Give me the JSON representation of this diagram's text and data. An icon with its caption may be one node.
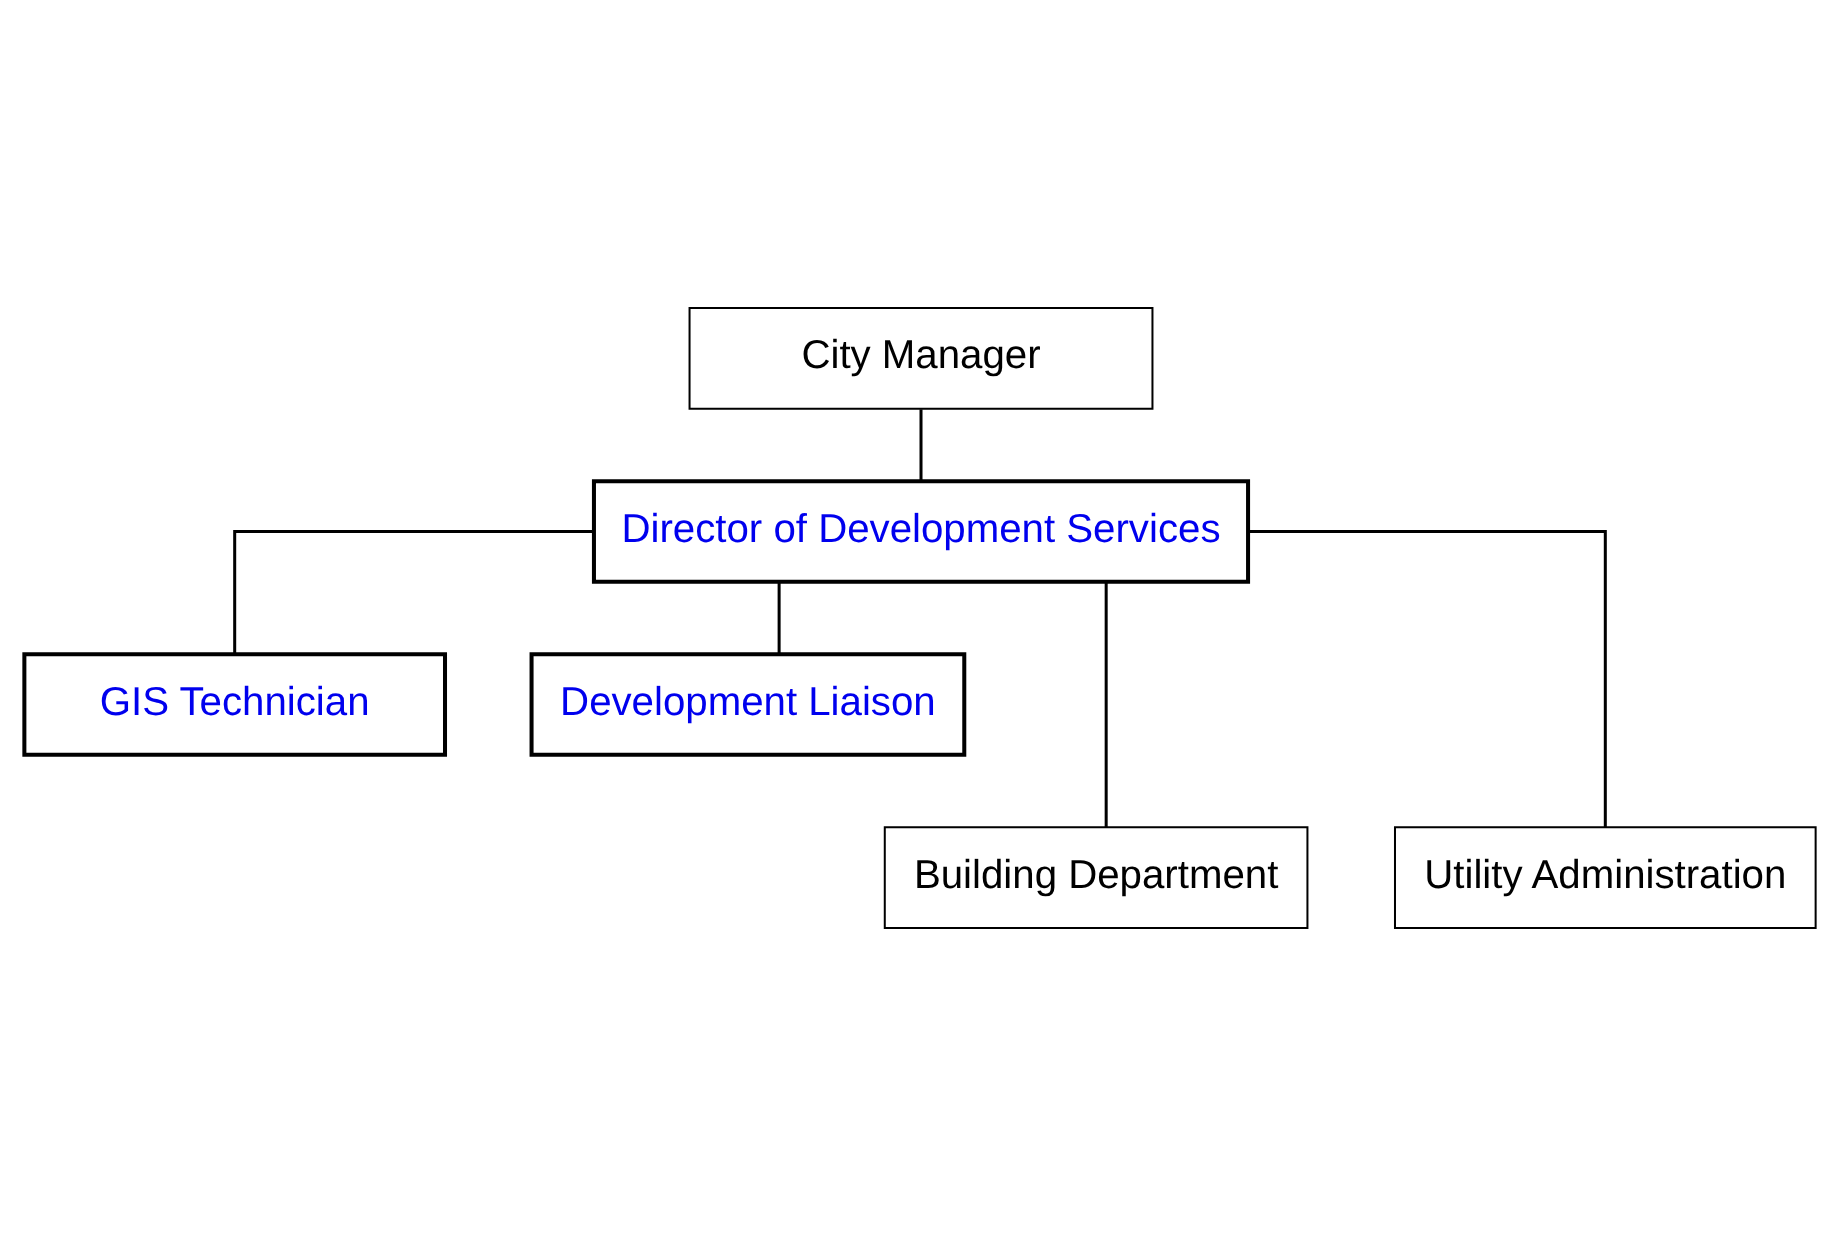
{
  "diagram": {
    "nodes": [
      {
        "text": [
          "City Manager"
        ]
      },
      {
        "text": [
          "Director of Development Services"
        ]
      },
      {
        "text": [
          "GIS Technician"
        ]
      },
      {
        "text": [
          "Development Liaison"
        ]
      },
      {
        "text": [
          "Building Department"
        ]
      },
      {
        "text": [
          "Utility Administration"
        ]
      }
    ],
    "edges": [
      {
        "from": 0,
        "to": 1,
        "arrow": "none"
      },
      {
        "from": 1,
        "to": 2,
        "arrow": "none"
      },
      {
        "from": 1,
        "to": 3,
        "arrow": "none"
      },
      {
        "from": 1,
        "to": 4,
        "arrow": "none"
      },
      {
        "from": 1,
        "to": 5,
        "arrow": "none"
      }
    ]
  }
}
